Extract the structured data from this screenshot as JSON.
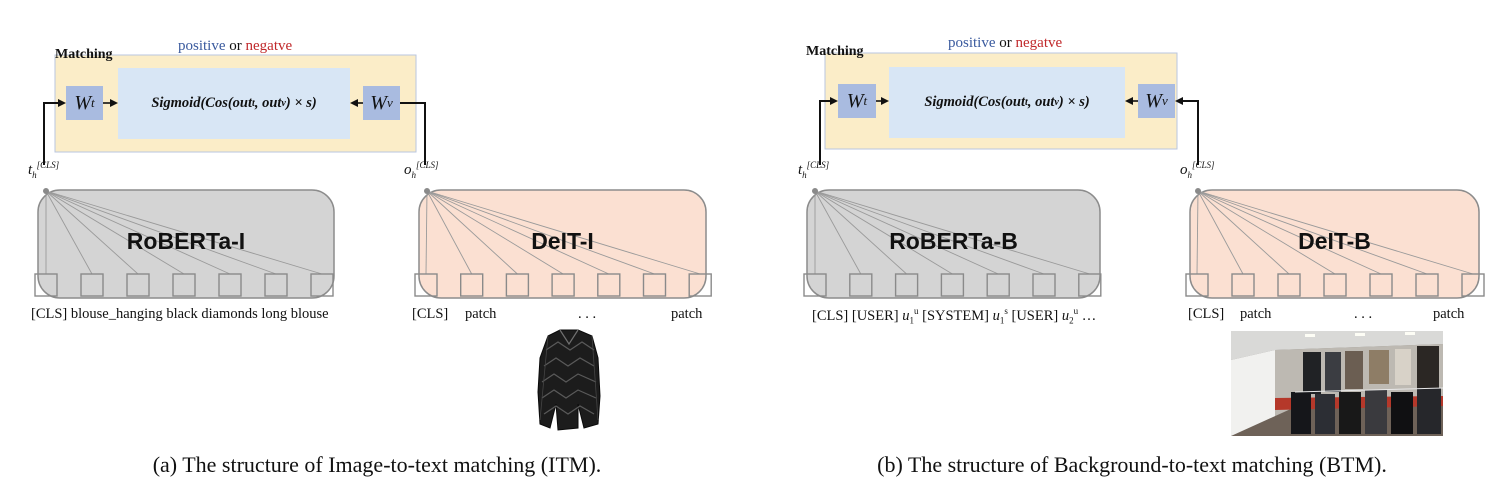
{
  "panel_a": {
    "matching_label": "Matching",
    "positive_text": "positive",
    "or_text": "or",
    "negative_text": "negatve",
    "w_text": {
      "base": "W",
      "sub": "t"
    },
    "w_image": {
      "base": "W",
      "sub": "v"
    },
    "sigmoid_formula": {
      "pre": "Sigmoid(Cos(out",
      "sub1": "t",
      "mid": ", out",
      "sub2": "v",
      "post": ") × s)"
    },
    "text_vector": {
      "base": "t",
      "sub": "h",
      "sup": "[CLS]"
    },
    "image_vector": {
      "base": "o",
      "sub": "h",
      "sup": "[CLS]"
    },
    "text_model": "RoBERTa-I",
    "image_model": "DeIT-I",
    "text_tokens": "[CLS] blouse_hanging black diamonds long blouse",
    "image_tokens": {
      "cls": "[CLS]",
      "patch1": "patch",
      "dots": ". . .",
      "patch2": "patch"
    },
    "caption": "(a) The structure of Image-to-text matching (ITM)."
  },
  "panel_b": {
    "matching_label": "Matching",
    "positive_text": "positive",
    "or_text": "or",
    "negative_text": "negatve",
    "w_text": {
      "base": "W",
      "sub": "t"
    },
    "w_image": {
      "base": "W",
      "sub": "v"
    },
    "sigmoid_formula": {
      "pre": "Sigmoid(Cos(out",
      "sub1": "t",
      "mid": ", out",
      "sub2": "v",
      "post": ") × s)"
    },
    "text_vector": {
      "base": "t",
      "sub": "h",
      "sup": "[CLS]"
    },
    "image_vector": {
      "base": "o",
      "sub": "h",
      "sup": "[CLS]"
    },
    "text_model": "RoBERTa-B",
    "image_model": "DeIT-B",
    "text_tokens": {
      "t1": "[CLS] [USER] ",
      "u1": "u",
      "u1_sub": "1",
      "u1_sup": "u",
      "t2": " [SYSTEM] ",
      "s1": "u",
      "s1_sub": "1",
      "s1_sup": "s",
      "t3": " [USER] ",
      "u2": "u",
      "u2_sub": "2",
      "u2_sup": "u",
      "t4": " …"
    },
    "image_tokens": {
      "cls": "[CLS]",
      "patch1": "patch",
      "dots": ". . .",
      "patch2": "patch"
    },
    "caption": "(b) The structure of Background-to-text matching (BTM)."
  },
  "colors": {
    "matching_bg": "#fbedc8",
    "w_box": "#a9bbe0",
    "sigmoid_box": "#d8e6f5",
    "roberta_box": "#d4d4d4",
    "deit_box": "#fbe0d2",
    "positive": "#3a5a9e",
    "negative": "#c0282a"
  }
}
